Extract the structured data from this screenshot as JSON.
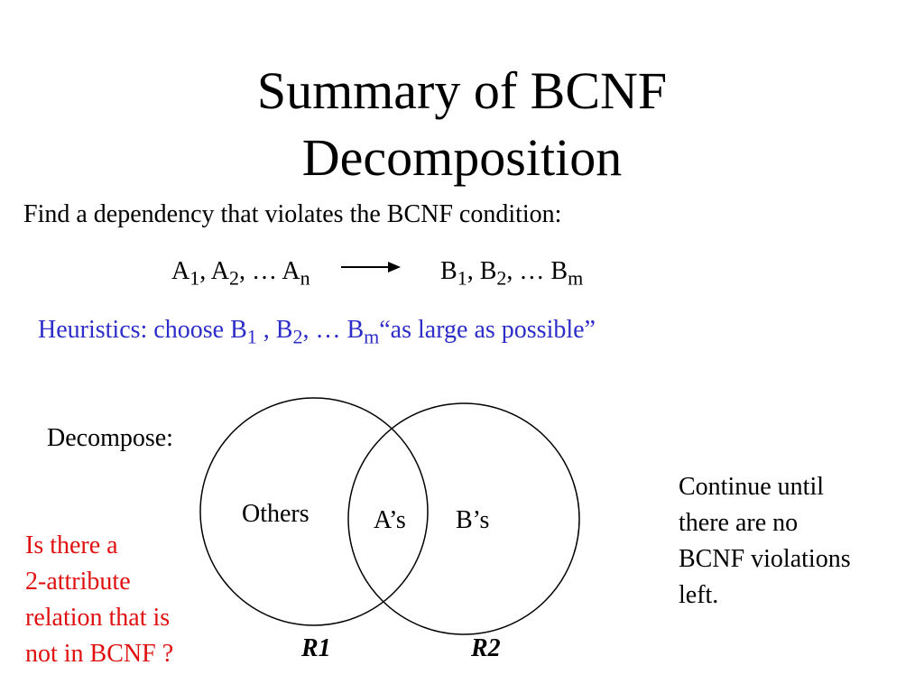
{
  "title": {
    "line1": "Summary of BCNF",
    "line2": "Decomposition"
  },
  "intro": "Find a dependency that violates the BCNF condition:",
  "dependency": {
    "lhs": [
      {
        "base": "A",
        "sub": "1",
        "sep": ", "
      },
      {
        "base": "A",
        "sub": "2",
        "sep": ", … "
      },
      {
        "base": "A",
        "sub": "n",
        "sep": ""
      }
    ],
    "rhs": [
      {
        "base": "B",
        "sub": "1",
        "sep": ", "
      },
      {
        "base": "B",
        "sub": "2",
        "sep": ", … "
      },
      {
        "base": "B",
        "sub": "m",
        "sep": ""
      }
    ]
  },
  "heuristics": {
    "prefix": "Heuristics: choose B",
    "s1": "1",
    "mid1": " , B",
    "s2": "2",
    "mid2": ", … B",
    "s3": "m",
    "suffix": "“as large as possible”"
  },
  "decompose_label": "Decompose:",
  "venn": {
    "left_region": "Others",
    "overlap_region": "A’s",
    "right_region": "B’s",
    "left_relation": "R1",
    "right_relation": "R2"
  },
  "question": [
    "Is there a",
    "2-attribute",
    "relation that is",
    "not in BCNF ?"
  ],
  "continue_note": [
    "Continue until",
    "there are no",
    "BCNF violations",
    "left."
  ],
  "colors": {
    "heuristics": "#2d2dc9",
    "question": "#e01010"
  }
}
